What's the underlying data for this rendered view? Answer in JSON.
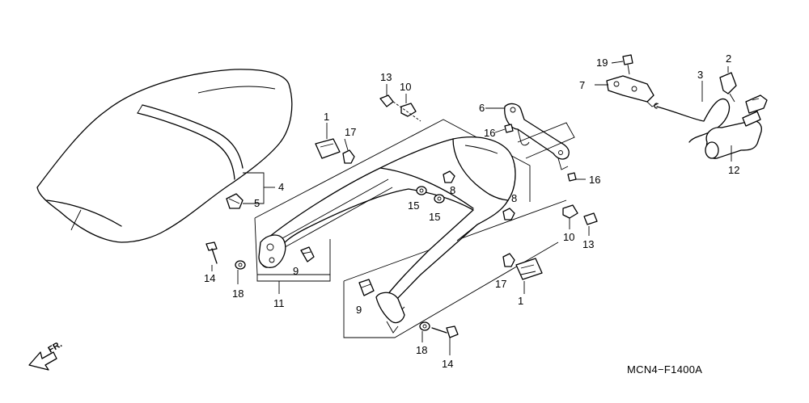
{
  "diagram": {
    "code": "MCN4−F1400A",
    "direction": "FR.",
    "labels": {
      "seat": "4",
      "seat_bolt": "5",
      "rubber_1_left": "1",
      "rubber_1_right": "1",
      "cushion_17_left": "17",
      "cushion_17_right": "17",
      "bolt_13_top": "13",
      "bolt_13_right": "13",
      "collar_10_top": "10",
      "collar_10_right": "10",
      "stay_6": "6",
      "bolt_16_left": "16",
      "bolt_16_right": "16",
      "nut_8_upper": "8",
      "nut_8_right": "8",
      "washer_15_a": "15",
      "washer_15_b": "15",
      "cushion_9_left": "9",
      "cushion_9_right": "9",
      "bolt_14_left": "14",
      "bolt_14_right": "14",
      "washer_18_left": "18",
      "washer_18_right": "18",
      "grab_rail_11": "11",
      "seat_lock_7": "7",
      "bolt_19": "19",
      "cable_3": "3",
      "clip_2": "2",
      "key_cylinder_12": "12"
    }
  }
}
